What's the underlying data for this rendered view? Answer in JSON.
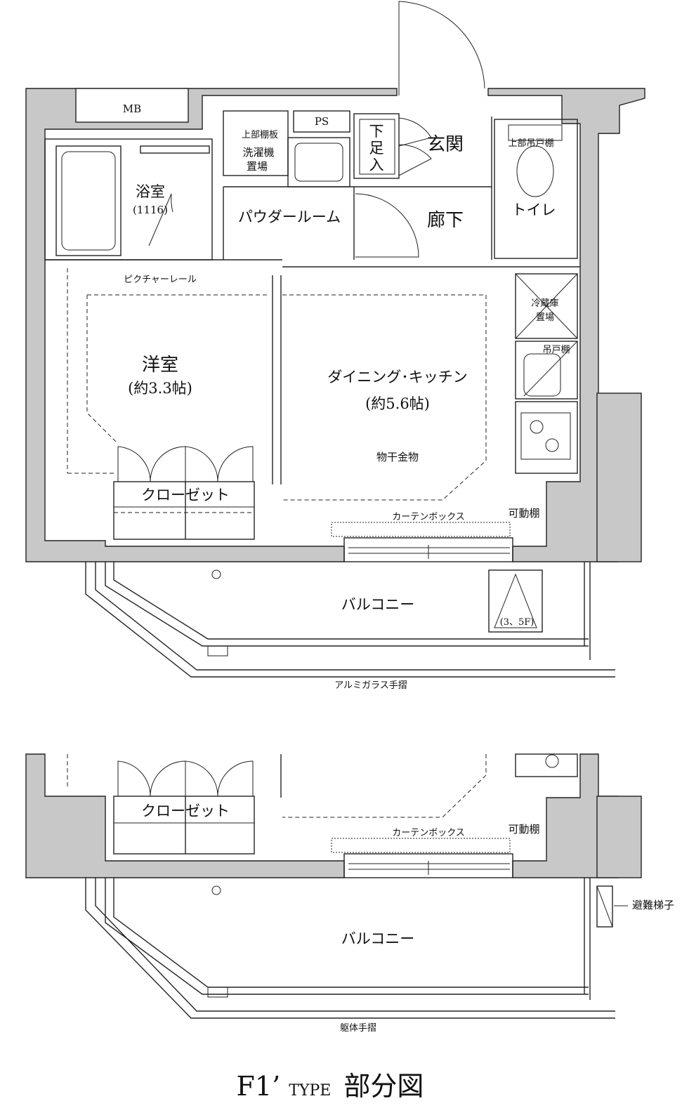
{
  "labels": {
    "mb": "MB",
    "ps": "PS",
    "bathroom": "浴室",
    "bath_size": "(1116)",
    "upper_shelf": "上部棚板",
    "washer_line1": "洗濯機",
    "washer_line2": "置場",
    "shoe_storage_1": "下",
    "shoe_storage_2": "足",
    "shoe_storage_3": "入",
    "entrance": "玄関",
    "toilet_shelf": "上部吊戸棚",
    "toilet": "トイレ",
    "powder_room": "パウダールーム",
    "hallway": "廊下",
    "picture_rail": "ピクチャーレール",
    "fridge_line1": "冷蔵庫",
    "fridge_line2": "置場",
    "hanging_cabinet": "吊戸棚",
    "western_room": "洋室",
    "western_size": "(約3.3帖)",
    "dining_kitchen": "ダイニング･キッチン",
    "dk_size": "(約5.6帖)",
    "drying_hardware": "物干金物",
    "closet": "クローゼット",
    "curtain_box": "カーテンボックス",
    "movable_shelf": "可動棚",
    "balcony": "バルコニー",
    "floors_note": "(3、5F)",
    "alu_handrail": "アルミガラス手摺",
    "closet_2": "クローゼット",
    "curtain_box_2": "カーテンボックス",
    "movable_shelf_2": "可動棚",
    "balcony_2": "バルコニー",
    "escape_ladder": "避難梯子",
    "body_handrail": "躯体手摺"
  },
  "title": {
    "main": "F1’",
    "type": "TYPE",
    "suffix": "部分図"
  }
}
